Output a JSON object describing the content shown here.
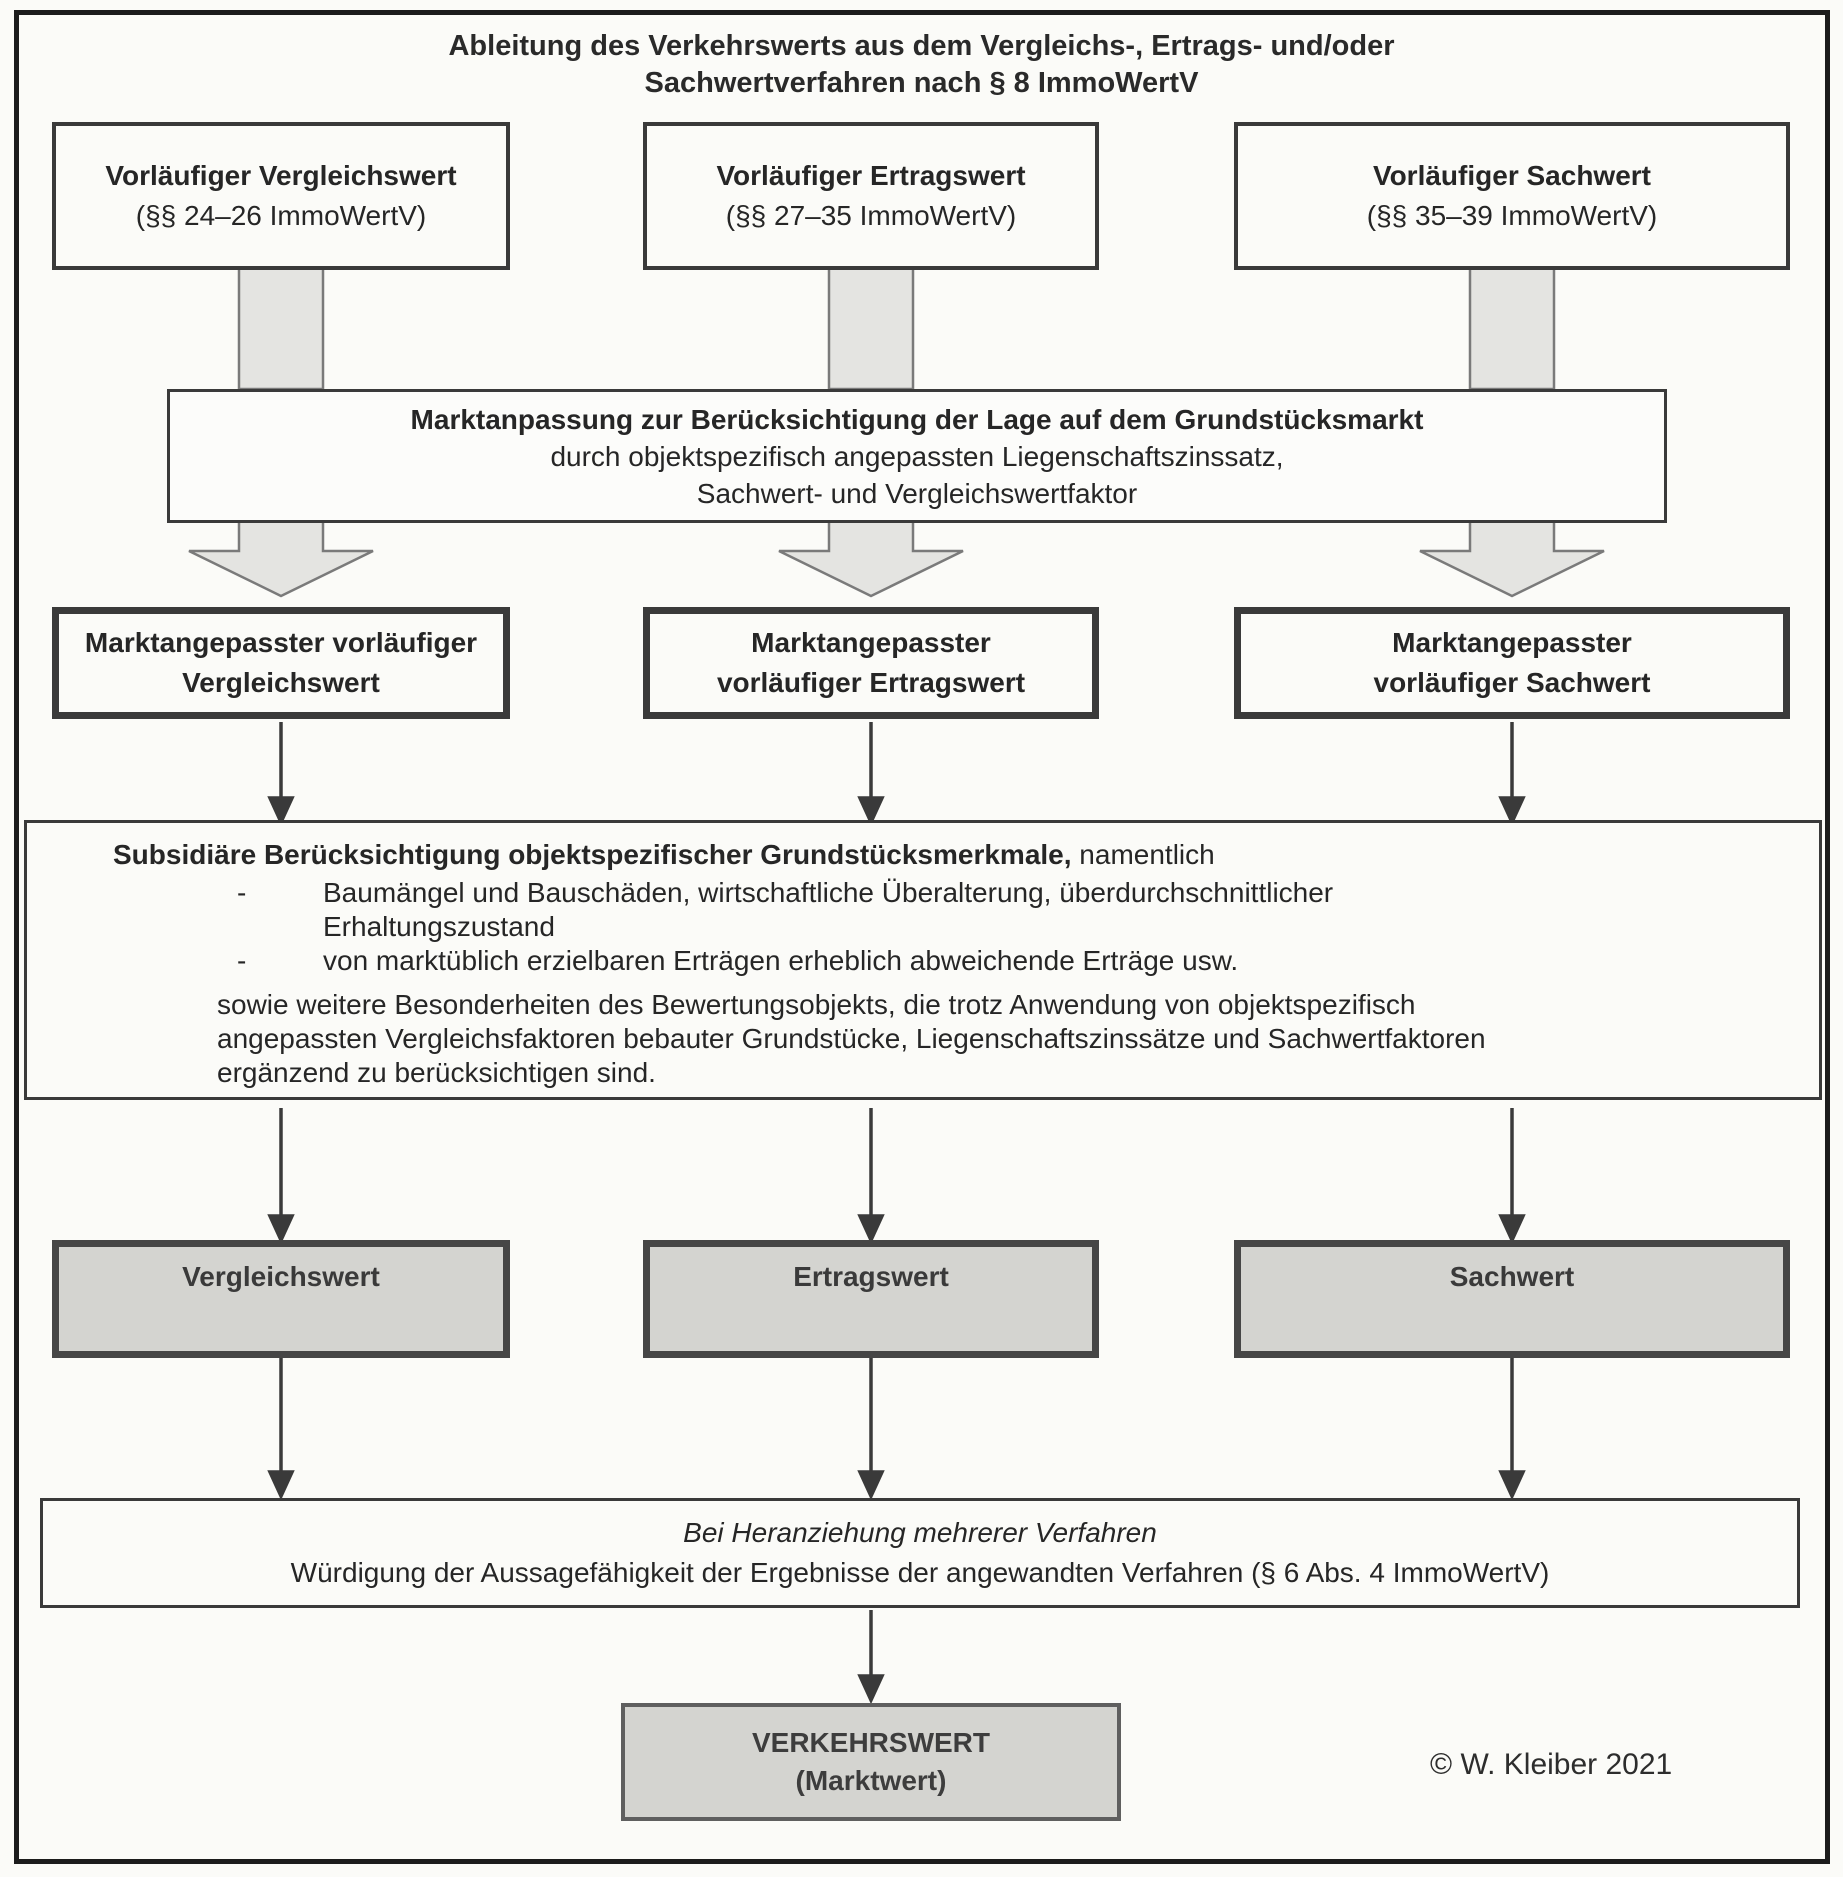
{
  "title": {
    "line1": "Ableitung des Verkehrswerts aus dem Vergleichs-, Ertrags- und/oder",
    "line2": "Sachwertverfahren nach § 8 ImmoWertV"
  },
  "top_row": [
    {
      "line1": "Vorläufiger Vergleichswert",
      "line2": "(§§ 24–26 ImmoWertV)"
    },
    {
      "line1": "Vorläufiger Ertragswert",
      "line2": "(§§ 27–35 ImmoWertV)"
    },
    {
      "line1": "Vorläufiger Sachwert",
      "line2": "(§§ 35–39 ImmoWertV)"
    }
  ],
  "marktanpassung": {
    "line1": "Marktanpassung zur Berücksichtigung der Lage auf dem Grundstücksmarkt",
    "line2": "durch objektspezifisch angepassten Liegenschaftszinssatz,",
    "line3": "Sachwert- und Vergleichswertfaktor"
  },
  "adjusted_row": [
    {
      "line1": "Marktangepasster vorläufiger",
      "line2": "Vergleichswert"
    },
    {
      "line1": "Marktangepasster",
      "line2": "vorläufiger Ertragswert"
    },
    {
      "line1": "Marktangepasster",
      "line2": "vorläufiger Sachwert"
    }
  ],
  "subsidiaere": {
    "lead_bold": "Subsidiäre Berücksichtigung objektspezifischer Grundstücksmerkmale,",
    "lead_normal": " namentlich",
    "items": [
      {
        "bullet": "-",
        "lines": [
          "Baumängel und Bauschäden, wirtschaftliche Überalterung, überdurchschnittlicher",
          "Erhaltungszustand"
        ]
      },
      {
        "bullet": "-",
        "lines": [
          "von marktüblich erzielbaren Erträgen erheblich abweichende Erträge usw."
        ]
      }
    ],
    "paragraph": [
      "sowie weitere Besonderheiten des Bewertungsobjekts, die trotz Anwendung von objektspezifisch",
      "angepassten Vergleichsfaktoren bebauter Grundstücke, Liegenschaftszinssätze und Sachwertfaktoren",
      "ergänzend zu berücksichtigen sind."
    ]
  },
  "value_row": [
    {
      "label": "Vergleichswert"
    },
    {
      "label": "Ertragswert"
    },
    {
      "label": "Sachwert"
    }
  ],
  "wuerdigung": {
    "line1": "Bei Heranziehung mehrerer Verfahren",
    "line2": "Würdigung der Aussagefähigkeit der Ergebnisse der angewandten Verfahren (§ 6 Abs. 4 ImmoWertV)"
  },
  "verkehrswert": {
    "line1": "VERKEHRSWERT",
    "line2": "(Marktwert)"
  },
  "copyright": "© W. Kleiber 2021",
  "colors": {
    "background": "#fbfbf8",
    "frame_border": "#1c1c1c",
    "box_border": "#3a3a3a",
    "gray_fill": "#d4d4d0",
    "block_arrow_fill": "#e4e4e1",
    "block_arrow_stroke": "#7a7a7a",
    "thin_arrow": "#3a3a3a",
    "text": "#262626"
  }
}
